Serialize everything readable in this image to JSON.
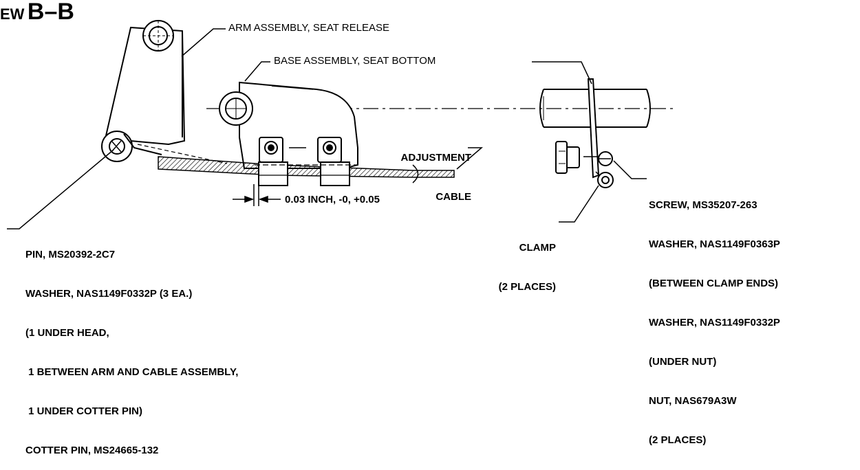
{
  "view": {
    "prefix": "EW",
    "name": "B–B"
  },
  "callouts": {
    "arm_assembly": "ARM ASSEMBLY, SEAT RELEASE",
    "base_assembly": "BASE ASSEMBLY, SEAT BOTTOM",
    "adjustment_cable": [
      "ADJUSTMENT",
      "CABLE"
    ],
    "gap_dimension": "0.03 INCH, -0, +0.05",
    "pin_group": [
      "PIN, MS20392-2C7",
      "WASHER, NAS1149F0332P (3 EA.)",
      "(1 UNDER HEAD,",
      " 1 BETWEEN ARM AND CABLE ASSEMBLY,",
      " 1 UNDER COTTER PIN)",
      "COTTER PIN, MS24665-132"
    ],
    "clamp": [
      "CLAMP",
      "(2 PLACES)"
    ],
    "screw_group": [
      "SCREW, MS35207-263",
      "WASHER, NAS1149F0363P",
      "(BETWEEN CLAMP ENDS)",
      "WASHER, NAS1149F0332P",
      "(UNDER NUT)",
      "NUT, NAS679A3W",
      "(2 PLACES)"
    ]
  }
}
